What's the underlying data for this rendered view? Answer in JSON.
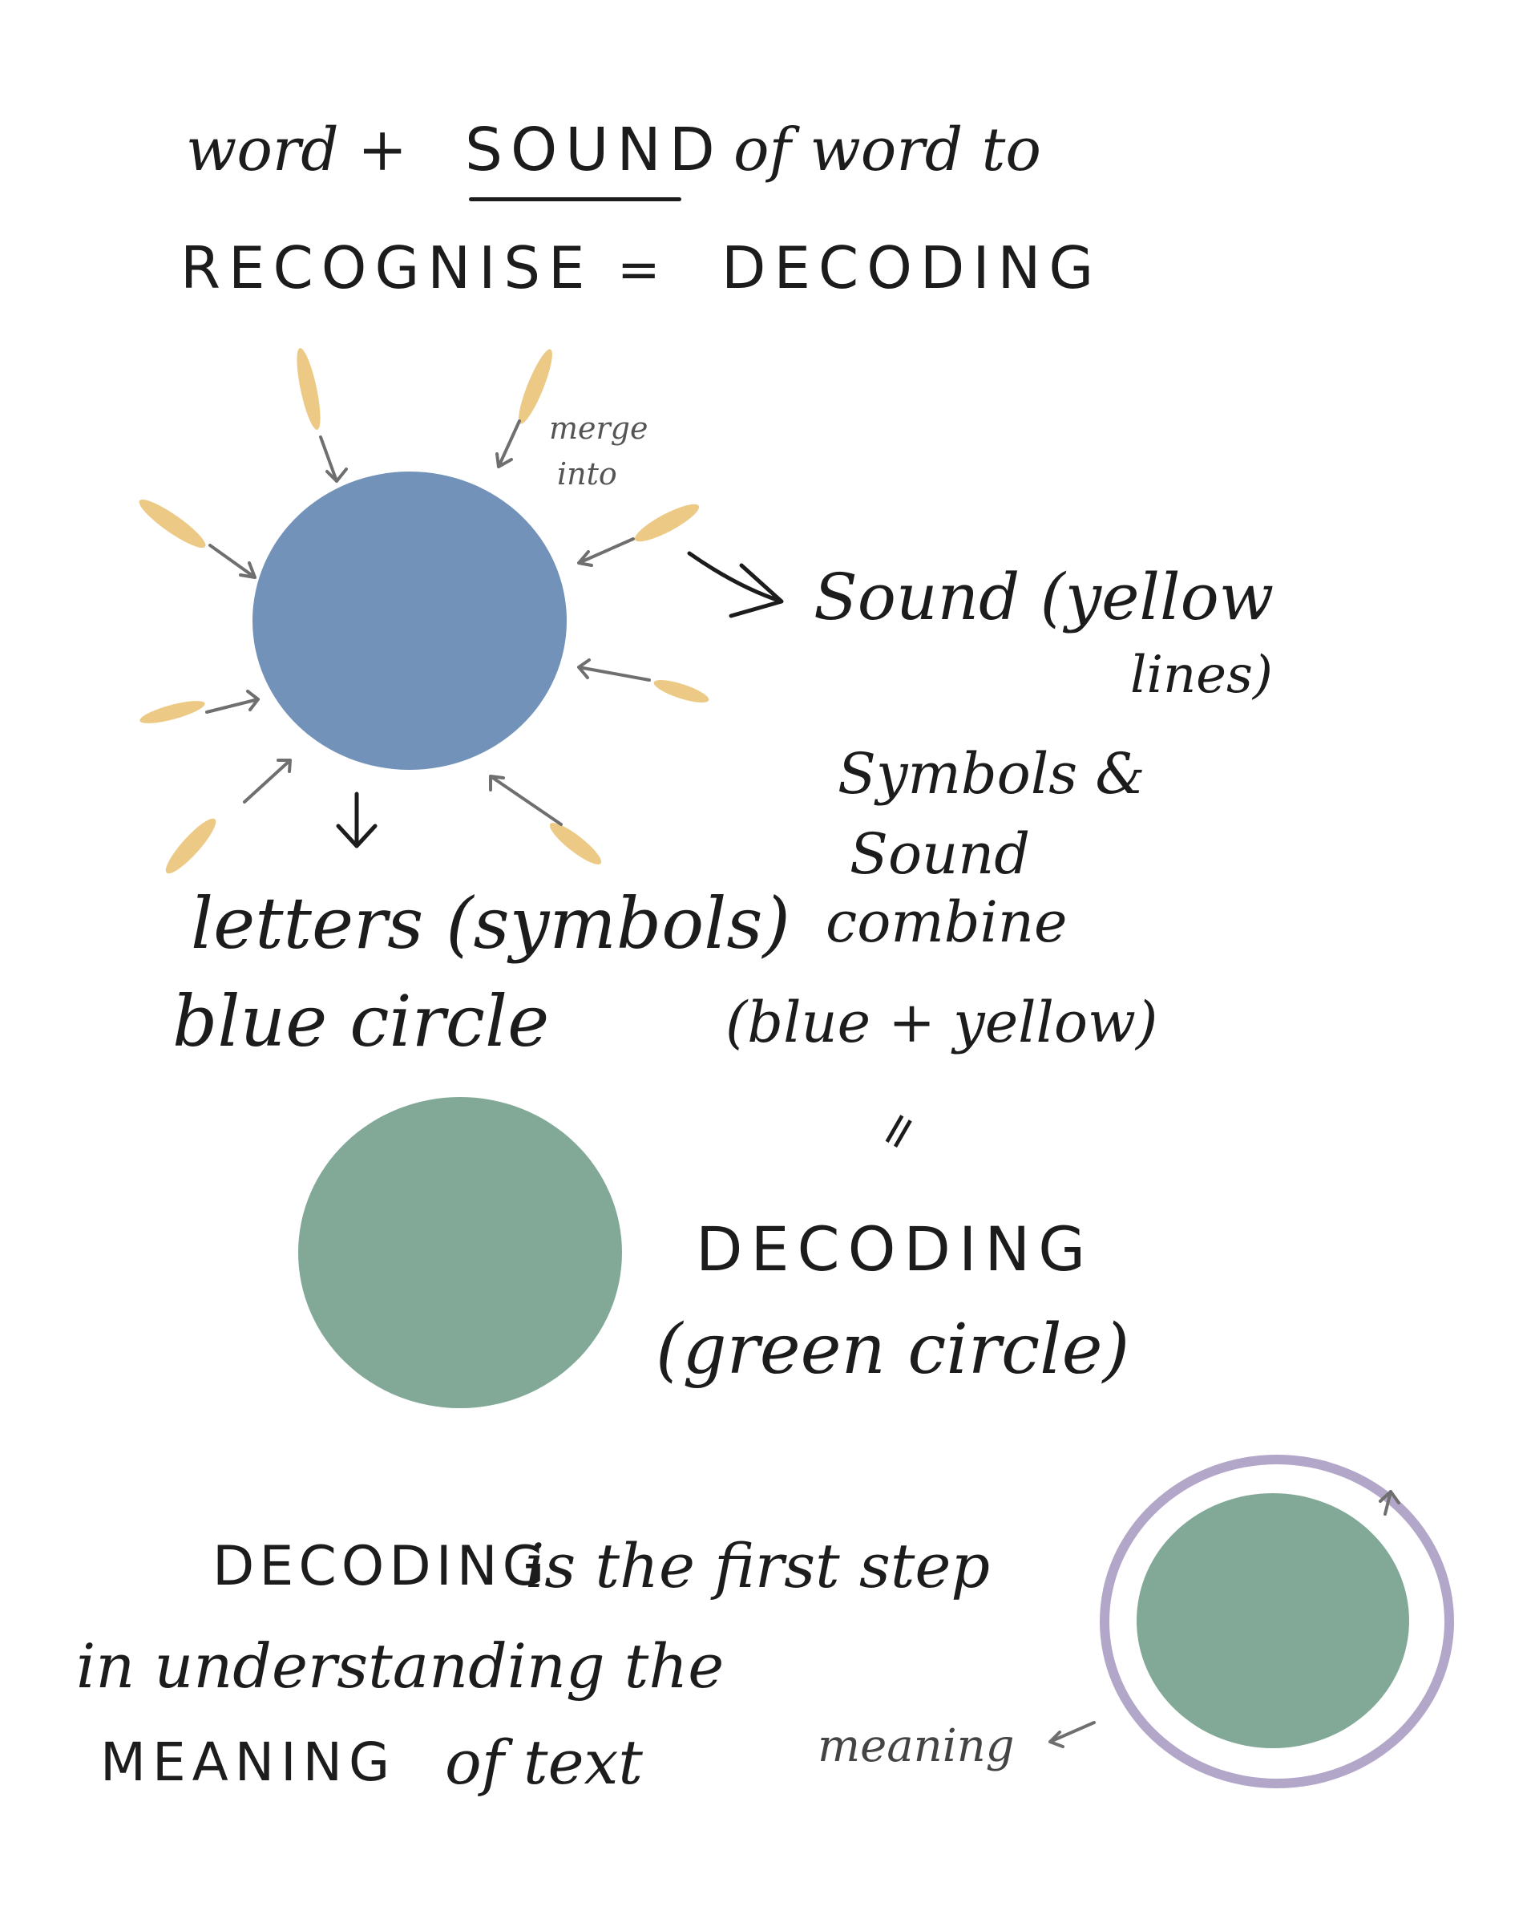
{
  "title": {
    "word": "word +",
    "sound": "SOUND",
    "of_word_to": "of word to",
    "recognise": "RECOGNISE",
    "equals": "=",
    "decoding": "DECODING"
  },
  "notes": {
    "merge": "merge",
    "into": "into",
    "sound_yellow_1": "Sound (yellow",
    "sound_yellow_2": "lines)",
    "letters_symbols": "letters (symbols)",
    "blue_circle": "blue circle",
    "combine_1": "Symbols &",
    "combine_2": "Sound",
    "combine_3": "combine",
    "combine_4": "(blue + yellow)",
    "equals_mark": "=",
    "decoding_1": "DECODING",
    "decoding_2": "(green circle)"
  },
  "summary": {
    "line1_caps": "DECODING",
    "line1_rest": "is the first step",
    "line2": "in understanding the",
    "line3_caps": "MEANING",
    "line3_rest": "of text",
    "meaning": "meaning"
  },
  "colors": {
    "blue_circle": "#7292b9",
    "green_circle": "#82a997",
    "yellow_lines": "#ecca86",
    "purple_ring": "#b2a6c9",
    "ink": "#1c1c1c",
    "arrow_gray": "#6f6f6f"
  }
}
